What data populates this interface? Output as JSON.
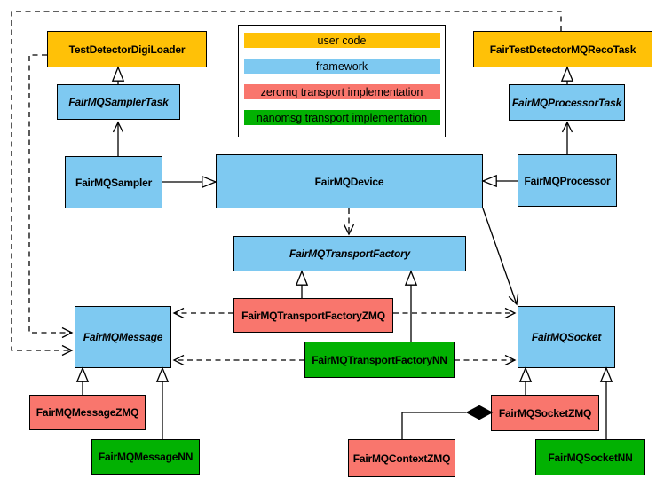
{
  "legend": {
    "items": [
      {
        "label": "user code",
        "color": "#FFC107",
        "category": "user"
      },
      {
        "label": "framework",
        "color": "#7EC9F1",
        "category": "framework"
      },
      {
        "label": "zeromq transport implementation",
        "color": "#F9766D",
        "category": "zeromq"
      },
      {
        "label": "nanomsg transport implementation",
        "color": "#02B102",
        "category": "nanomsg"
      }
    ]
  },
  "nodes": {
    "digi_loader": {
      "label": "TestDetectorDigiLoader",
      "category": "user",
      "abstract": false
    },
    "reco_task": {
      "label": "FairTestDetectorMQRecoTask",
      "category": "user",
      "abstract": false
    },
    "sampler_task": {
      "label": "FairMQSamplerTask",
      "category": "framework",
      "abstract": true
    },
    "processor_task": {
      "label": "FairMQProcessorTask",
      "category": "framework",
      "abstract": true
    },
    "sampler": {
      "label": "FairMQSampler",
      "category": "framework",
      "abstract": false
    },
    "device": {
      "label": "FairMQDevice",
      "category": "framework",
      "abstract": false
    },
    "processor": {
      "label": "FairMQProcessor",
      "category": "framework",
      "abstract": false
    },
    "transport_factory": {
      "label": "FairMQTransportFactory",
      "category": "framework",
      "abstract": true
    },
    "factory_zmq": {
      "label": "FairMQTransportFactoryZMQ",
      "category": "zeromq",
      "abstract": false
    },
    "factory_nn": {
      "label": "FairMQTransportFactoryNN",
      "category": "nanomsg",
      "abstract": false
    },
    "message": {
      "label": "FairMQMessage",
      "category": "framework",
      "abstract": true
    },
    "socket": {
      "label": "FairMQSocket",
      "category": "framework",
      "abstract": true
    },
    "message_zmq": {
      "label": "FairMQMessageZMQ",
      "category": "zeromq",
      "abstract": false
    },
    "message_nn": {
      "label": "FairMQMessageNN",
      "category": "nanomsg",
      "abstract": false
    },
    "context_zmq": {
      "label": "FairMQContextZMQ",
      "category": "zeromq",
      "abstract": false
    },
    "socket_zmq": {
      "label": "FairMQSocketZMQ",
      "category": "zeromq",
      "abstract": false
    },
    "socket_nn": {
      "label": "FairMQSocketNN",
      "category": "nanomsg",
      "abstract": false
    }
  },
  "edges": [
    {
      "from": "FairMQSamplerTask",
      "to": "TestDetectorDigiLoader",
      "kind": "inheritance-triangle",
      "line": "solid"
    },
    {
      "from": "FairMQProcessorTask",
      "to": "FairTestDetectorMQRecoTask",
      "kind": "inheritance-triangle",
      "line": "solid"
    },
    {
      "from": "FairMQSampler",
      "to": "FairMQDevice",
      "kind": "inheritance-triangle",
      "line": "solid"
    },
    {
      "from": "FairMQProcessor",
      "to": "FairMQDevice",
      "kind": "inheritance-triangle",
      "line": "solid"
    },
    {
      "from": "FairMQSampler",
      "to": "FairMQSamplerTask",
      "kind": "open-arrow",
      "line": "solid"
    },
    {
      "from": "FairMQProcessor",
      "to": "FairMQProcessorTask",
      "kind": "open-arrow",
      "line": "solid"
    },
    {
      "from": "FairMQDevice",
      "to": "FairMQSocket",
      "kind": "open-arrow",
      "line": "solid"
    },
    {
      "from": "FairMQDevice",
      "to": "FairMQTransportFactory",
      "kind": "open-arrow",
      "line": "dashed"
    },
    {
      "from": "TestDetectorDigiLoader",
      "to": "FairMQMessage",
      "kind": "open-arrow",
      "line": "dashed"
    },
    {
      "from": "FairTestDetectorMQRecoTask",
      "to": "FairMQMessage",
      "kind": "open-arrow",
      "line": "dashed"
    },
    {
      "from": "FairMQTransportFactoryZMQ",
      "to": "FairMQTransportFactory",
      "kind": "inheritance-triangle",
      "line": "solid"
    },
    {
      "from": "FairMQTransportFactoryNN",
      "to": "FairMQTransportFactory",
      "kind": "inheritance-triangle",
      "line": "solid"
    },
    {
      "from": "FairMQTransportFactoryZMQ",
      "to": "FairMQMessage",
      "kind": "open-arrow",
      "line": "dashed"
    },
    {
      "from": "FairMQTransportFactoryZMQ",
      "to": "FairMQSocket",
      "kind": "open-arrow",
      "line": "dashed"
    },
    {
      "from": "FairMQTransportFactoryNN",
      "to": "FairMQMessage",
      "kind": "open-arrow",
      "line": "dashed"
    },
    {
      "from": "FairMQTransportFactoryNN",
      "to": "FairMQSocket",
      "kind": "open-arrow",
      "line": "dashed"
    },
    {
      "from": "FairMQMessageZMQ",
      "to": "FairMQMessage",
      "kind": "inheritance-triangle",
      "line": "solid"
    },
    {
      "from": "FairMQMessageNN",
      "to": "FairMQMessage",
      "kind": "inheritance-triangle",
      "line": "solid"
    },
    {
      "from": "FairMQSocketZMQ",
      "to": "FairMQSocket",
      "kind": "inheritance-triangle",
      "line": "solid"
    },
    {
      "from": "FairMQSocketNN",
      "to": "FairMQSocket",
      "kind": "inheritance-triangle",
      "line": "solid"
    },
    {
      "from": "FairMQContextZMQ",
      "to": "FairMQSocketZMQ",
      "kind": "aggregation-diamond",
      "line": "solid"
    }
  ]
}
